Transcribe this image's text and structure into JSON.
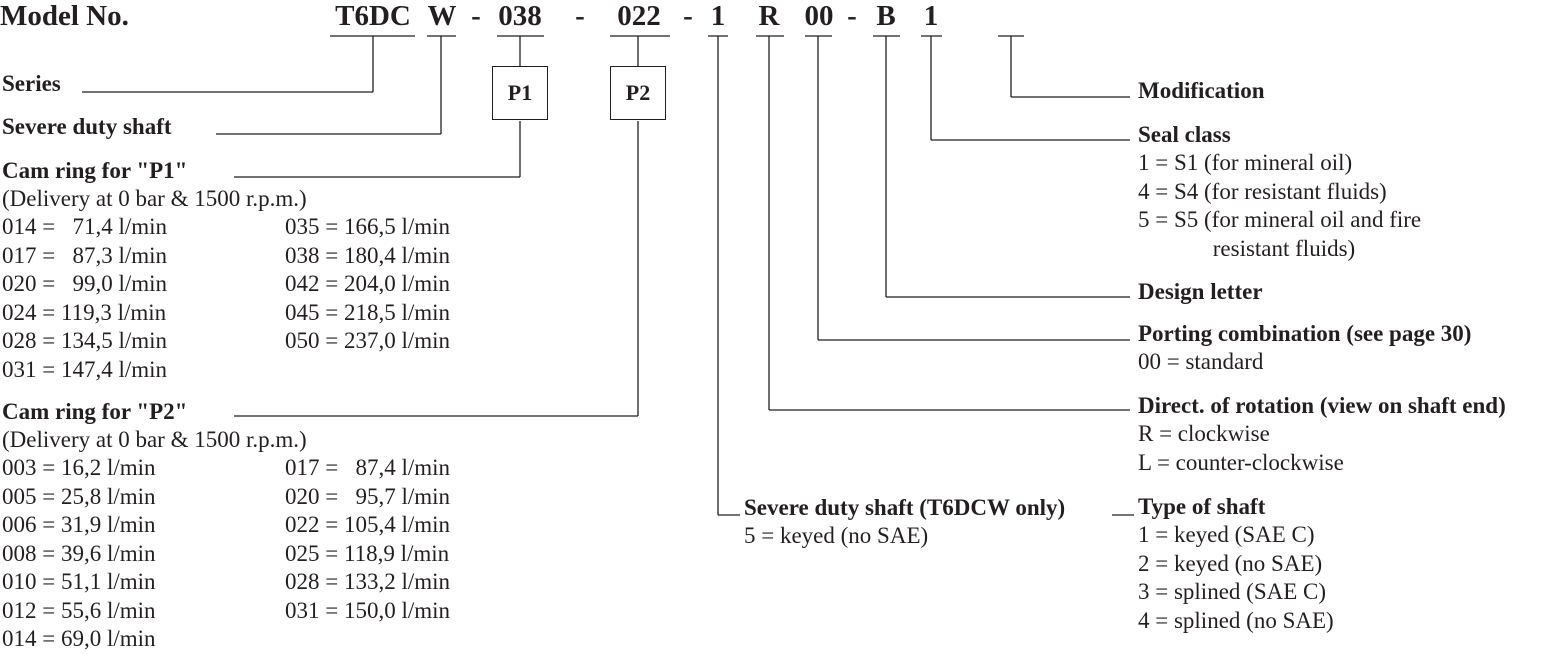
{
  "header": {
    "model_label": "Model No.",
    "codes": [
      "T6DC",
      "W",
      "-",
      "038",
      "-",
      "022",
      "-",
      "1",
      "R",
      "00",
      "-",
      "B",
      "1"
    ]
  },
  "boxes": {
    "p1": "P1",
    "p2": "P2"
  },
  "left": {
    "series": "Series",
    "severe_duty_shaft": "Severe duty shaft",
    "cam_p1": {
      "title": "Cam ring for \"P1\"",
      "subtitle": "(Delivery at 0 bar & 1500 r.p.m.)",
      "col1": [
        "014 =   71,4 l/min",
        "017 =   87,3 l/min",
        "020 =   99,0 l/min",
        "024 = 119,3 l/min",
        "028 = 134,5 l/min",
        "031 = 147,4 l/min"
      ],
      "col2": [
        "035 = 166,5 l/min",
        "038 = 180,4 l/min",
        "042 = 204,0 l/min",
        "045 = 218,5 l/min",
        "050 = 237,0 l/min"
      ]
    },
    "cam_p2": {
      "title": "Cam ring for \"P2\"",
      "subtitle": "(Delivery at 0 bar & 1500 r.p.m.)",
      "col1": [
        "003 = 16,2 l/min",
        "005 = 25,8 l/min",
        "006 = 31,9 l/min",
        "008 = 39,6 l/min",
        "010 = 51,1 l/min",
        "012 = 55,6 l/min",
        "014 = 69,0 l/min"
      ],
      "col2": [
        "017 =   87,4 l/min",
        "020 =   95,7 l/min",
        "022 = 105,4 l/min",
        "025 = 118,9 l/min",
        "028 = 133,2 l/min",
        "031 = 150,0 l/min"
      ]
    }
  },
  "middle": {
    "severe_shaft_title": "Severe duty shaft (T6DCW only)",
    "severe_shaft_option": "5 = keyed (no SAE)"
  },
  "right": {
    "modification": "Modification",
    "seal_class": {
      "title": "Seal class",
      "items": [
        "1 = S1 (for mineral oil)",
        "4 = S4 (for resistant fluids)",
        "5 = S5 (for mineral oil and fire",
        "             resistant fluids)"
      ]
    },
    "design_letter": "Design letter",
    "porting": {
      "title": "Porting combination (see page 30)",
      "items": [
        "00 = standard"
      ]
    },
    "rotation": {
      "title": "Direct. of rotation (view on shaft end)",
      "items": [
        "R = clockwise",
        "L = counter-clockwise"
      ]
    },
    "shaft_type": {
      "title": "Type of shaft",
      "items": [
        "1 = keyed (SAE C)",
        "2 = keyed (no SAE)",
        "3 = splined (SAE C)",
        "4 = splined (no SAE)"
      ]
    }
  }
}
